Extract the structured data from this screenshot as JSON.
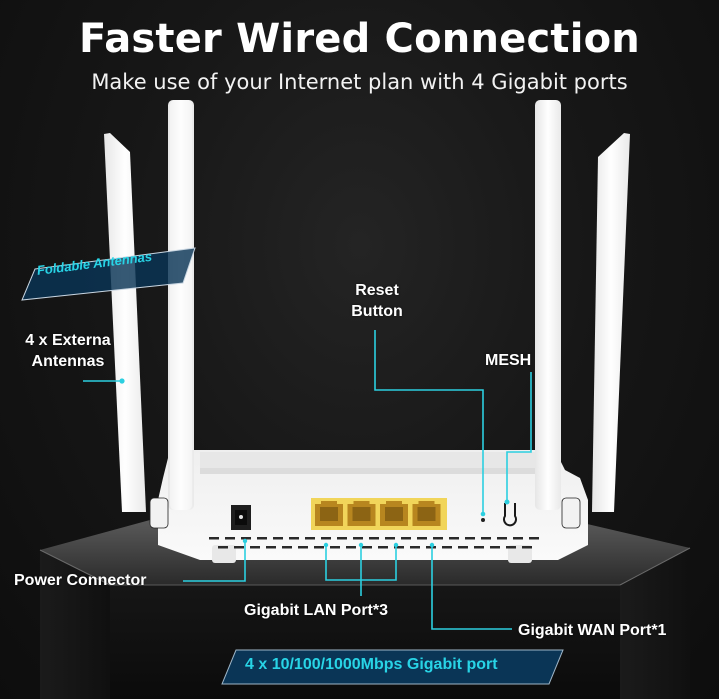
{
  "header": {
    "title": "Faster Wired Connection",
    "subtitle": "Make use of your Internet plan with 4 Gigabit ports"
  },
  "callouts": {
    "foldable_antennas": "Foldable Antennas",
    "external_antennas_line1": "4 x Externa",
    "external_antennas_line2": "Antennas",
    "reset_line1": "Reset",
    "reset_line2": "Button",
    "mesh": "MESH",
    "power_connector": "Power Connector",
    "lan_ports": "Gigabit LAN Port*3",
    "wan_port": "Gigabit WAN Port*1",
    "port_speed_badge": "4 x 10/100/1000Mbps Gigabit port"
  },
  "colors": {
    "accent": "#2ccfe0",
    "badge_fill": "#0a3556",
    "port_panel": "#f1d55a",
    "router_body": "#f4f4f4"
  },
  "icons": {
    "power": "power-jack-icon",
    "ethernet": "ethernet-port-icon",
    "mesh": "mesh-button-icon",
    "reset": "reset-pinhole-icon"
  }
}
